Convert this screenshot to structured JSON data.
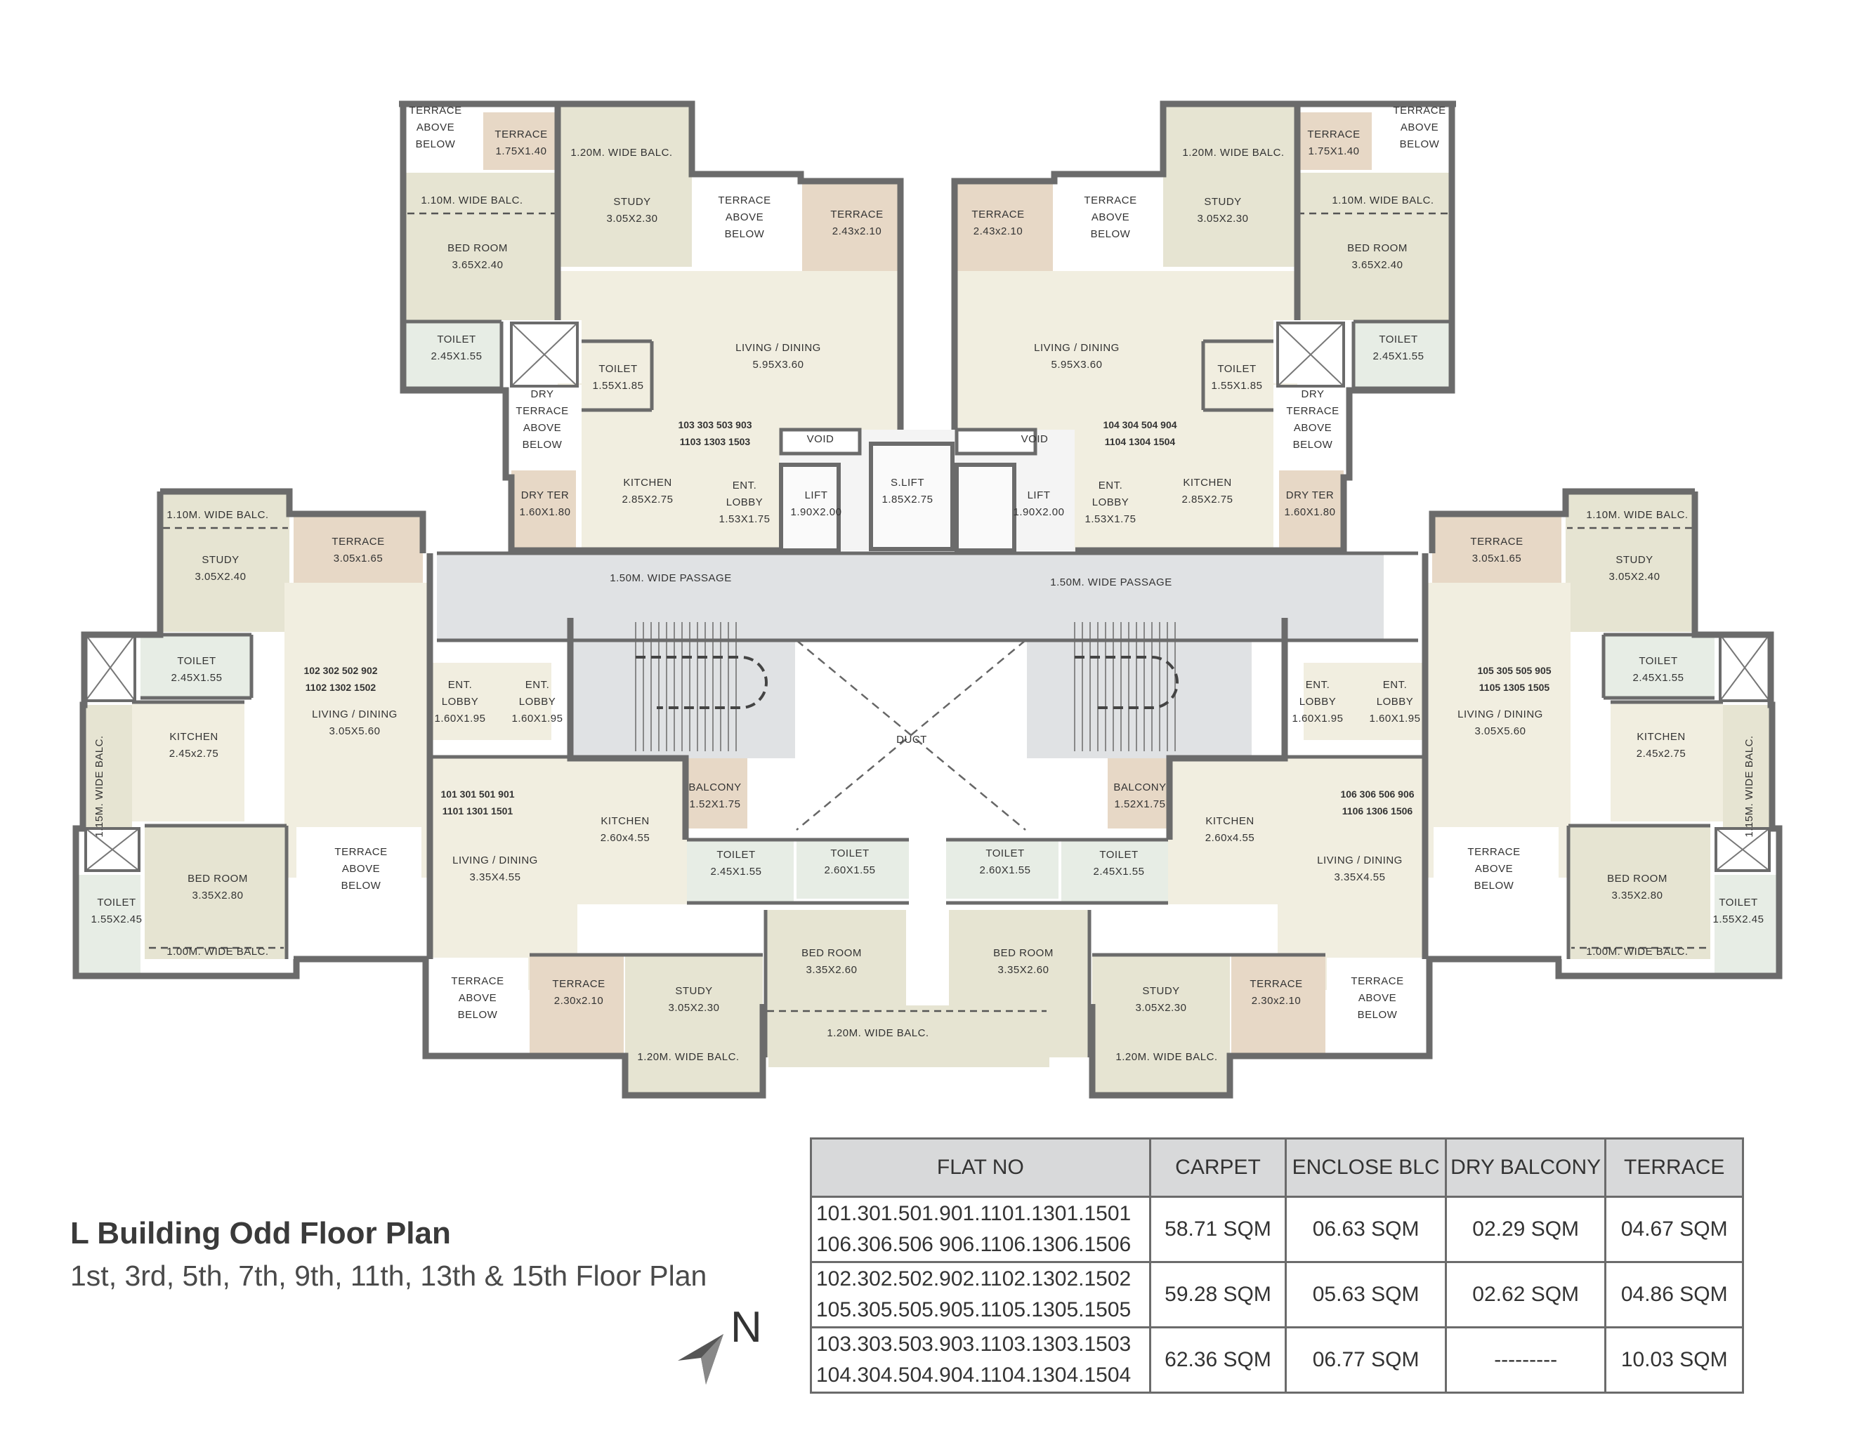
{
  "title": "L Building Odd Floor Plan",
  "subtitle": "1st, 3rd, 5th, 7th, 9th, 11th, 13th & 15th Floor Plan",
  "north_label": "N",
  "colors": {
    "wall": "#6b6b6b",
    "living": "#f1eee0",
    "bedroom": "#e6e4d2",
    "toilet": "#e7ede5",
    "terrace": "#e7d8c6",
    "passage": "#e0e2e4",
    "table_header": "#d8d9da"
  },
  "table": {
    "headers": [
      "FLAT NO",
      "CARPET",
      "ENCLOSE BLC",
      "DRY BALCONY",
      "TERRACE"
    ],
    "rows": [
      {
        "flats": [
          "101.301.501.901.1101.1301.1501",
          "106.306.506 906.1106.1306.1506"
        ],
        "carpet": "58.71 SQM",
        "enclose": "06.63 SQM",
        "dry": "02.29 SQM",
        "terrace": "04.67 SQM"
      },
      {
        "flats": [
          "102.302.502.902.1102.1302.1502",
          "105.305.505.905.1105.1305.1505"
        ],
        "carpet": "59.28 SQM",
        "enclose": "05.63 SQM",
        "dry": "02.62 SQM",
        "terrace": "04.86 SQM"
      },
      {
        "flats": [
          "103.303.503.903.1103.1303.1503",
          "104.304.504.904.1104.1304.1504"
        ],
        "carpet": "62.36 SQM",
        "enclose": "06.77 SQM",
        "dry": "---------",
        "terrace": "10.03 SQM"
      }
    ]
  },
  "rooms": [
    {
      "id": "tab-l",
      "lines": [
        "TERRACE",
        "ABOVE",
        "BELOW"
      ]
    },
    {
      "id": "ter-175-l",
      "lines": [
        "TERRACE",
        "1.75X1.40"
      ]
    },
    {
      "id": "balc120-l",
      "lines": [
        "1.20M. WIDE BALC."
      ]
    },
    {
      "id": "balc110-l",
      "lines": [
        "1.10M. WIDE BALC."
      ]
    },
    {
      "id": "bed-l",
      "lines": [
        "BED ROOM",
        "3.65X2.40"
      ]
    },
    {
      "id": "study-l",
      "lines": [
        "STUDY",
        "3.05X2.30"
      ]
    },
    {
      "id": "tab2-l",
      "lines": [
        "TERRACE",
        "ABOVE",
        "BELOW"
      ]
    },
    {
      "id": "ter243-l",
      "lines": [
        "TERRACE",
        "2.43x2.10"
      ]
    },
    {
      "id": "ter243-r",
      "lines": [
        "TERRACE",
        "2.43x2.10"
      ]
    },
    {
      "id": "tab2-r",
      "lines": [
        "TERRACE",
        "ABOVE",
        "BELOW"
      ]
    },
    {
      "id": "study-r",
      "lines": [
        "STUDY",
        "3.05X2.30"
      ]
    },
    {
      "id": "balc120-r",
      "lines": [
        "1.20M. WIDE BALC."
      ]
    },
    {
      "id": "ter-175-r",
      "lines": [
        "TERRACE",
        "1.75X1.40"
      ]
    },
    {
      "id": "tab-r",
      "lines": [
        "TERRACE",
        "ABOVE",
        "BELOW"
      ]
    },
    {
      "id": "balc110-r",
      "lines": [
        "1.10M. WIDE BALC."
      ]
    },
    {
      "id": "bed-r",
      "lines": [
        "BED ROOM",
        "3.65X2.40"
      ]
    },
    {
      "id": "toilet245-l",
      "lines": [
        "TOILET",
        "2.45X1.55"
      ]
    },
    {
      "id": "toilet155-l",
      "lines": [
        "TOILET",
        "1.55X1.85"
      ]
    },
    {
      "id": "living-l",
      "lines": [
        "LIVING / DINING",
        "5.95X3.60"
      ]
    },
    {
      "id": "living-r",
      "lines": [
        "LIVING / DINING",
        "5.95X3.60"
      ]
    },
    {
      "id": "toilet155-r",
      "lines": [
        "TOILET",
        "1.55X1.85"
      ]
    },
    {
      "id": "toilet245-r",
      "lines": [
        "TOILET",
        "2.45X1.55"
      ]
    },
    {
      "id": "dry-l",
      "lines": [
        "DRY",
        "TERRACE",
        "ABOVE",
        "BELOW"
      ]
    },
    {
      "id": "dry-r",
      "lines": [
        "DRY",
        "TERRACE",
        "ABOVE",
        "BELOW"
      ]
    },
    {
      "id": "flat103",
      "lines": [
        "103  303  503  903",
        "1103  1303  1503"
      ]
    },
    {
      "id": "flat104",
      "lines": [
        "104  304  504  904",
        "1104  1304  1504"
      ]
    },
    {
      "id": "void-l",
      "lines": [
        "VOID"
      ]
    },
    {
      "id": "void-r",
      "lines": [
        "VOID"
      ]
    },
    {
      "id": "drt-l",
      "lines": [
        "DRY TER",
        "1.60X1.80"
      ]
    },
    {
      "id": "kit285-l",
      "lines": [
        "KITCHEN",
        "2.85X2.75"
      ]
    },
    {
      "id": "ent153-l",
      "lines": [
        "ENT.",
        "LOBBY",
        "1.53X1.75"
      ]
    },
    {
      "id": "lift-l",
      "lines": [
        "LIFT",
        "1.90X2.00"
      ]
    },
    {
      "id": "slift",
      "lines": [
        "S.LIFT",
        "1.85X2.75"
      ]
    },
    {
      "id": "lift-r",
      "lines": [
        "LIFT",
        "1.90X2.00"
      ]
    },
    {
      "id": "ent153-r",
      "lines": [
        "ENT.",
        "LOBBY",
        "1.53X1.75"
      ]
    },
    {
      "id": "kit285-r",
      "lines": [
        "KITCHEN",
        "2.85X2.75"
      ]
    },
    {
      "id": "drt-r",
      "lines": [
        "DRY TER",
        "1.60X1.80"
      ]
    },
    {
      "id": "balc110w-l",
      "lines": [
        "1.10M. WIDE BALC."
      ]
    },
    {
      "id": "ter305-l",
      "lines": [
        "TERRACE",
        "3.05x1.65"
      ]
    },
    {
      "id": "study240-l",
      "lines": [
        "STUDY",
        "3.05X2.40"
      ]
    },
    {
      "id": "pass-l",
      "lines": [
        "1.50M. WIDE PASSAGE"
      ]
    },
    {
      "id": "pass-r",
      "lines": [
        "1.50M. WIDE PASSAGE"
      ]
    },
    {
      "id": "ter305-r",
      "lines": [
        "TERRACE",
        "3.05x1.65"
      ]
    },
    {
      "id": "balc110w-r",
      "lines": [
        "1.10M. WIDE BALC."
      ]
    },
    {
      "id": "study240-r",
      "lines": [
        "STUDY",
        "3.05X2.40"
      ]
    },
    {
      "id": "toiletw-l",
      "lines": [
        "TOILET",
        "2.45X1.55"
      ]
    },
    {
      "id": "flat102",
      "lines": [
        "102  302  502  902",
        "1102  1302  1502"
      ]
    },
    {
      "id": "livingw-l",
      "lines": [
        "LIVING / DINING",
        "3.05X5.60"
      ]
    },
    {
      "id": "ent160a-l",
      "lines": [
        "ENT.",
        "LOBBY",
        "1.60X1.95"
      ]
    },
    {
      "id": "ent160b-l",
      "lines": [
        "ENT.",
        "LOBBY",
        "1.60X1.95"
      ]
    },
    {
      "id": "ent160a-r",
      "lines": [
        "ENT.",
        "LOBBY",
        "1.60X1.95"
      ]
    },
    {
      "id": "ent160b-r",
      "lines": [
        "ENT.",
        "LOBBY",
        "1.60X1.95"
      ]
    },
    {
      "id": "flat105",
      "lines": [
        "105  305  505  905",
        "1105  1305  1505"
      ]
    },
    {
      "id": "livingw-r",
      "lines": [
        "LIVING / DINING",
        "3.05X5.60"
      ]
    },
    {
      "id": "toiletw-r",
      "lines": [
        "TOILET",
        "2.45X1.55"
      ]
    },
    {
      "id": "kitw-l",
      "lines": [
        "KITCHEN",
        "2.45x2.75"
      ]
    },
    {
      "id": "kitw-r",
      "lines": [
        "KITCHEN",
        "2.45x2.75"
      ]
    },
    {
      "id": "duct",
      "lines": [
        "DUCT"
      ]
    },
    {
      "id": "flat101",
      "lines": [
        "101  301  501  901",
        "1101  1301  1501"
      ]
    },
    {
      "id": "kit260-l",
      "lines": [
        "KITCHEN",
        "2.60x4.55"
      ]
    },
    {
      "id": "balc152-l",
      "lines": [
        "BALCONY",
        "1.52X1.75"
      ]
    },
    {
      "id": "balc152-r",
      "lines": [
        "BALCONY",
        "1.52X1.75"
      ]
    },
    {
      "id": "kit260-r",
      "lines": [
        "KITCHEN",
        "2.60x4.55"
      ]
    },
    {
      "id": "flat106",
      "lines": [
        "106  306  506  906",
        "1106  1306  1506"
      ]
    },
    {
      "id": "tabw-l",
      "lines": [
        "TERRACE",
        "ABOVE",
        "BELOW"
      ]
    },
    {
      "id": "tabw-r",
      "lines": [
        "TERRACE",
        "ABOVE",
        "BELOW"
      ]
    },
    {
      "id": "living335-l",
      "lines": [
        "LIVING / DINING",
        "3.35X4.55"
      ]
    },
    {
      "id": "living335-r",
      "lines": [
        "LIVING / DINING",
        "3.35X4.55"
      ]
    },
    {
      "id": "t245c-l",
      "lines": [
        "TOILET",
        "2.45X1.55"
      ]
    },
    {
      "id": "t260c-l",
      "lines": [
        "TOILET",
        "2.60X1.55"
      ]
    },
    {
      "id": "t260c-r",
      "lines": [
        "TOILET",
        "2.60X1.55"
      ]
    },
    {
      "id": "t245c-r",
      "lines": [
        "TOILET",
        "2.45X1.55"
      ]
    },
    {
      "id": "bed335-l",
      "lines": [
        "BED ROOM",
        "3.35X2.80"
      ]
    },
    {
      "id": "bed335-r",
      "lines": [
        "BED ROOM",
        "3.35X2.80"
      ]
    },
    {
      "id": "toilet155w-l",
      "lines": [
        "TOILET",
        "1.55X2.45"
      ]
    },
    {
      "id": "toilet155w-r",
      "lines": [
        "TOILET",
        "1.55X2.45"
      ]
    },
    {
      "id": "balc100-l",
      "lines": [
        "1.00M. WIDE BALC."
      ]
    },
    {
      "id": "balc100-r",
      "lines": [
        "1.00M. WIDE BALC."
      ]
    },
    {
      "id": "bed260-l",
      "lines": [
        "BED ROOM",
        "3.35X2.60"
      ]
    },
    {
      "id": "bed260-r",
      "lines": [
        "BED ROOM",
        "3.35X2.60"
      ]
    },
    {
      "id": "tabb-l",
      "lines": [
        "TERRACE",
        "ABOVE",
        "BELOW"
      ]
    },
    {
      "id": "ter230-l",
      "lines": [
        "TERRACE",
        "2.30x2.10"
      ]
    },
    {
      "id": "studyb-l",
      "lines": [
        "STUDY",
        "3.05X2.30"
      ]
    },
    {
      "id": "studyb-r",
      "lines": [
        "STUDY",
        "3.05X2.30"
      ]
    },
    {
      "id": "ter230-r",
      "lines": [
        "TERRACE",
        "2.30x2.10"
      ]
    },
    {
      "id": "tabb-r",
      "lines": [
        "TERRACE",
        "ABOVE",
        "BELOW"
      ]
    },
    {
      "id": "balc120b",
      "lines": [
        "1.20M. WIDE BALC."
      ]
    },
    {
      "id": "balc120b-l",
      "lines": [
        "1.20M. WIDE BALC."
      ]
    },
    {
      "id": "balc120b-r",
      "lines": [
        "1.20M. WIDE BALC."
      ]
    },
    {
      "id": "balc115-l",
      "lines": [
        "1.15M. WIDE BALC."
      ]
    },
    {
      "id": "balc115-r",
      "lines": [
        "1.15M. WIDE BALC."
      ]
    }
  ]
}
